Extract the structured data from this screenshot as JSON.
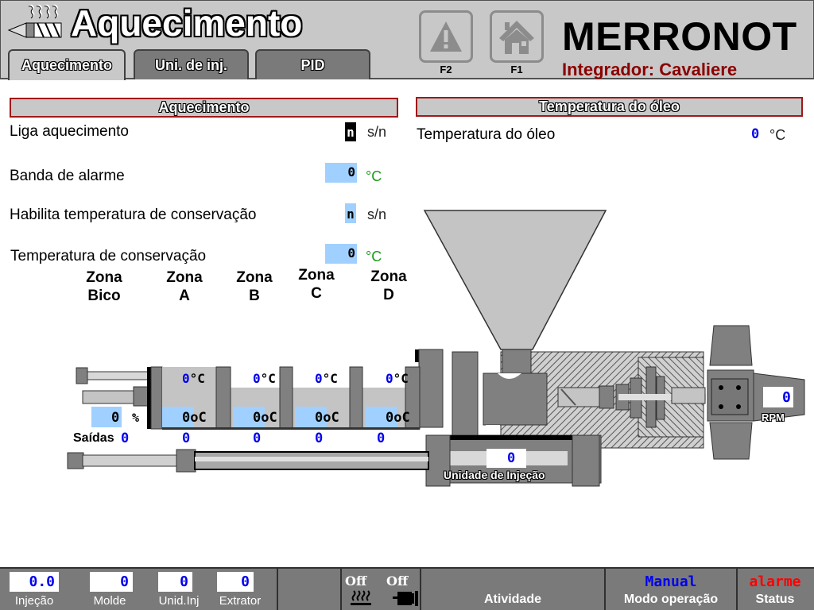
{
  "header": {
    "title": "Aquecimento",
    "title_icon": "heater-screw-icon",
    "tabs": [
      {
        "label": "Aquecimento",
        "active": true
      },
      {
        "label": "Uni. de inj.",
        "active": false
      },
      {
        "label": "PID",
        "active": false
      }
    ],
    "buttons": [
      {
        "key": "F2",
        "icon": "alarm-warning-icon"
      },
      {
        "key": "F1",
        "icon": "home-icon"
      }
    ],
    "brand": "MERRONOT",
    "integrator": "Integrador: Cavaliere"
  },
  "heating": {
    "section_title": "Aquecimento",
    "rows": [
      {
        "label": "Liga aquecimento",
        "value": "n",
        "unit": "s/n"
      },
      {
        "label": "Banda de alarme",
        "value": "0",
        "unit": "°C"
      },
      {
        "label": "Habilita temperatura de conservação",
        "value": "n",
        "unit": "s/n"
      },
      {
        "label": "Temperatura de conservação",
        "value": "0",
        "unit": "°C"
      }
    ]
  },
  "oil": {
    "section_title": "Temperatura do óleo",
    "label": "Temperatura do óleo",
    "value": "0",
    "unit": "°C"
  },
  "zones": {
    "items": [
      {
        "line1": "Zona",
        "line2": "Bico",
        "setpoint": "0",
        "setpoint_unit": "%",
        "output": "0"
      },
      {
        "line1": "Zona",
        "line2": "A",
        "actual": "0",
        "actual_unit": "°C",
        "setpoint": "0",
        "setpoint_unit": "oC",
        "output": "0"
      },
      {
        "line1": "Zona",
        "line2": "B",
        "actual": "0",
        "actual_unit": "°C",
        "setpoint": "0",
        "setpoint_unit": "oC",
        "output": "0"
      },
      {
        "line1": "Zona",
        "line2": "C",
        "actual": "0",
        "actual_unit": "°C",
        "setpoint": "0",
        "setpoint_unit": "oC",
        "output": "0"
      },
      {
        "line1": "Zona",
        "line2": "D",
        "actual": "0",
        "actual_unit": "°C",
        "setpoint": "0",
        "setpoint_unit": "oC",
        "output": "0"
      }
    ],
    "outputs_label": "Saídas"
  },
  "machine": {
    "injection_unit_value": "0",
    "injection_unit_label": "Unidade de Injeção",
    "rpm_value": "0",
    "rpm_label": "RPM"
  },
  "footer": {
    "counters": [
      {
        "value": "0.0",
        "label": "Injeção"
      },
      {
        "value": "0",
        "label": "Molde"
      },
      {
        "value": "0",
        "label": "Unid.Inj"
      },
      {
        "value": "0",
        "label": "Extrator"
      }
    ],
    "heater_state": "Off",
    "motor_state": "Off",
    "activity_label": "Atividade",
    "mode_value": "Manual",
    "mode_label": "Modo operação",
    "status_value": "alarme",
    "status_label": "Status",
    "colors": {
      "mode": "#0000ee",
      "status": "#ff0000"
    }
  }
}
